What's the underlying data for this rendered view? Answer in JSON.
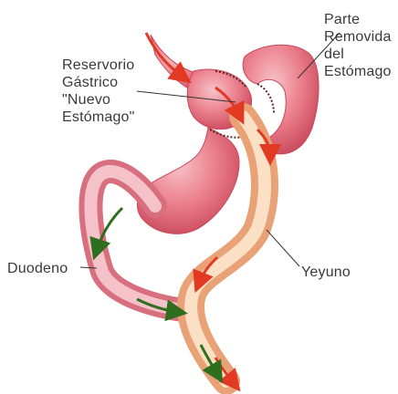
{
  "labels": {
    "removed_stomach": [
      "Parte",
      "Removida",
      "del",
      "Estómago"
    ],
    "gastric_pouch": [
      "Reservorio",
      "Gástrico",
      "\"Nuevo",
      "Estómago\""
    ],
    "duodenum": "Duodeno",
    "jejunum": "Yeyuno"
  },
  "colors": {
    "stomach": "#e8707e",
    "stomach_highlight": "#f6b3bc",
    "intestine": "#f2c29a",
    "arrow_red": "#e23a22",
    "arrow_green": "#2f6e1e",
    "leader_line": "#333333"
  }
}
